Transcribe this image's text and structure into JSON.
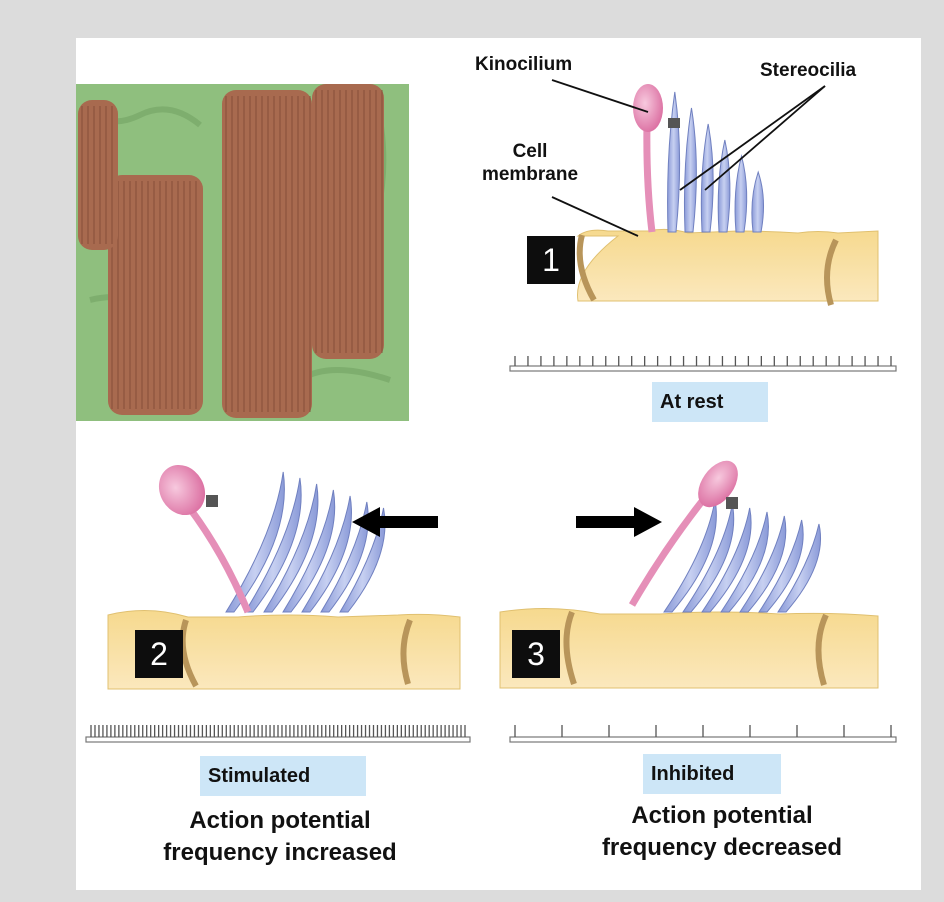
{
  "labels": {
    "kinocilium": "Kinocilium",
    "stereocilia": "Stereocilia",
    "cell_membrane_line1": "Cell",
    "cell_membrane_line2": "membrane"
  },
  "panels": [
    {
      "number": "1",
      "state": "At rest"
    },
    {
      "number": "2",
      "state": "Stimulated",
      "caption_line1": "Action potential",
      "caption_line2": "frequency increased"
    },
    {
      "number": "3",
      "state": "Inhibited",
      "caption_line1": "Action potential",
      "caption_line2": "frequency decreased"
    }
  ],
  "colors": {
    "kinocilium": "#e58fb8",
    "stereocilia": "#a9b6e4",
    "cell": "#f7dc98",
    "label_bg": "#cde6f7",
    "micrograph_bg": "#8fbf7e",
    "micrograph_bundle": "#a86a4f"
  },
  "spike_trains": {
    "rest_spikes": 30,
    "stimulated_spikes": 95,
    "inhibited_spikes": 9
  }
}
